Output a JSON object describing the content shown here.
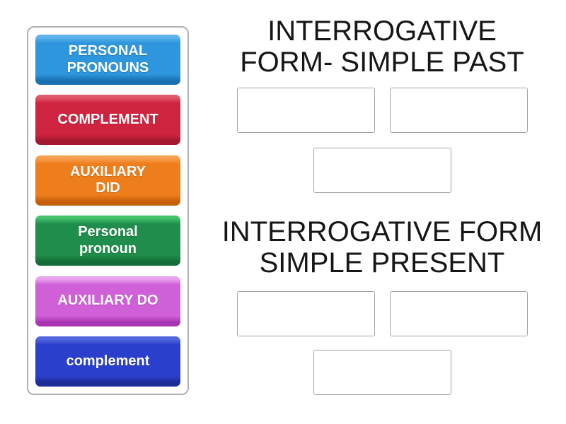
{
  "page": {
    "background": "#ffffff",
    "heading_text_color": "#161616",
    "tile_text_color": "#ffffff",
    "drop_zone_border_color": "#a3a3a3",
    "bank_border_color": "#b0b0b0"
  },
  "word_bank": {
    "tiles": [
      {
        "id": "personal-pronouns",
        "label": "PERSONAL\nPRONOUNS",
        "color_top": "#5db3ea",
        "color_main": "#2e96dd",
        "color_bottom": "#1872b1"
      },
      {
        "id": "complement-upper",
        "label": "COMPLEMENT",
        "color_top": "#e25a6d",
        "color_main": "#cf2440",
        "color_bottom": "#a31830"
      },
      {
        "id": "auxiliary-did",
        "label": "AUXILIARY\nDID",
        "color_top": "#f7a04e",
        "color_main": "#ee7d1c",
        "color_bottom": "#c55f07"
      },
      {
        "id": "personal-pronoun",
        "label": "Personal\npronoun",
        "color_top": "#45c26c",
        "color_main": "#1f8d4b",
        "color_bottom": "#166c39"
      },
      {
        "id": "auxiliary-do",
        "label": "AUXILIARY DO",
        "color_top": "#e9a2ec",
        "color_main": "#cf60d8",
        "color_bottom": "#a934b2"
      },
      {
        "id": "complement-lower",
        "label": "complement",
        "color_top": "#5468de",
        "color_main": "#2a3fcb",
        "color_bottom": "#1d2c97"
      }
    ]
  },
  "groups": [
    {
      "id": "simple-past",
      "title_lines": [
        "INTERROGATIVE",
        "FORM- SIMPLE PAST"
      ],
      "drop_zone_count": 3
    },
    {
      "id": "simple-present",
      "title_lines": [
        "INTERROGATIVE FORM",
        "SIMPLE PRESENT"
      ],
      "drop_zone_count": 3
    }
  ]
}
